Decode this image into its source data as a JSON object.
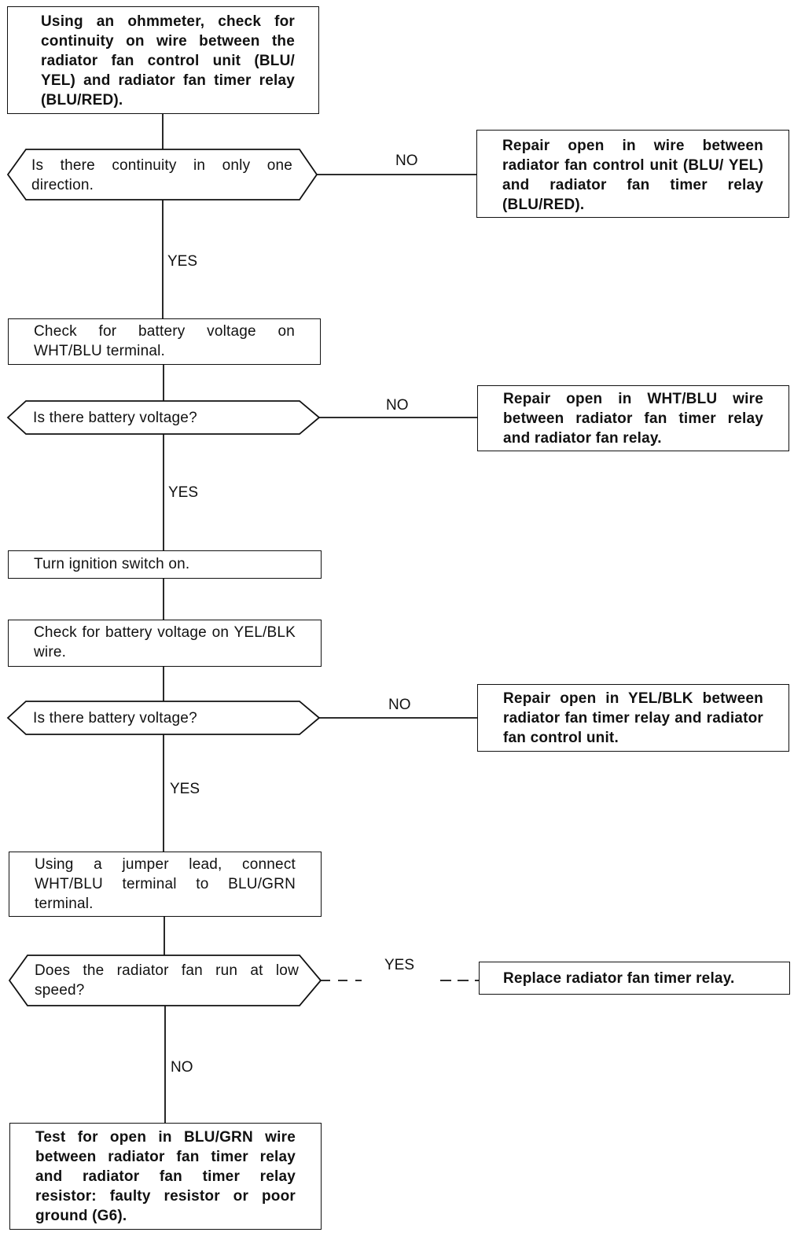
{
  "steps": {
    "s1": "Using an ohmmeter, check for continuity on wire between the radiator fan control unit (BLU/ YEL) and radiator fan timer relay (BLU/RED).",
    "d1": "Is there continuity in only one direction.",
    "r1": "Repair open in wire between radiator fan control unit (BLU/ YEL) and radiator fan timer relay (BLU/RED).",
    "s2": "Check for battery voltage on WHT/BLU terminal.",
    "d2": "Is there battery voltage?",
    "r2": "Repair open in WHT/BLU wire between radiator fan timer relay and radiator fan relay.",
    "s3": "Turn ignition switch on.",
    "s4": "Check for battery voltage on YEL/BLK wire.",
    "d3": "Is there battery voltage?",
    "r3": "Repair open in YEL/BLK between radiator fan timer relay and radiator fan control unit.",
    "s5": "Using a jumper lead, connect WHT/BLU terminal to BLU/GRN terminal.",
    "d4": "Does the radiator fan run at low speed?",
    "r4": "Replace radiator fan timer relay.",
    "s6": "Test for open in BLU/GRN wire between radiator fan timer relay and radiator fan timer relay resistor: faulty resistor or poor ground (G6)."
  },
  "labels": {
    "d1_no": "NO",
    "d1_yes": "YES",
    "d2_no": "NO",
    "d2_yes": "YES",
    "d3_no": "NO",
    "d3_yes": "YES",
    "d4_yes": "YES",
    "d4_no": "NO"
  }
}
